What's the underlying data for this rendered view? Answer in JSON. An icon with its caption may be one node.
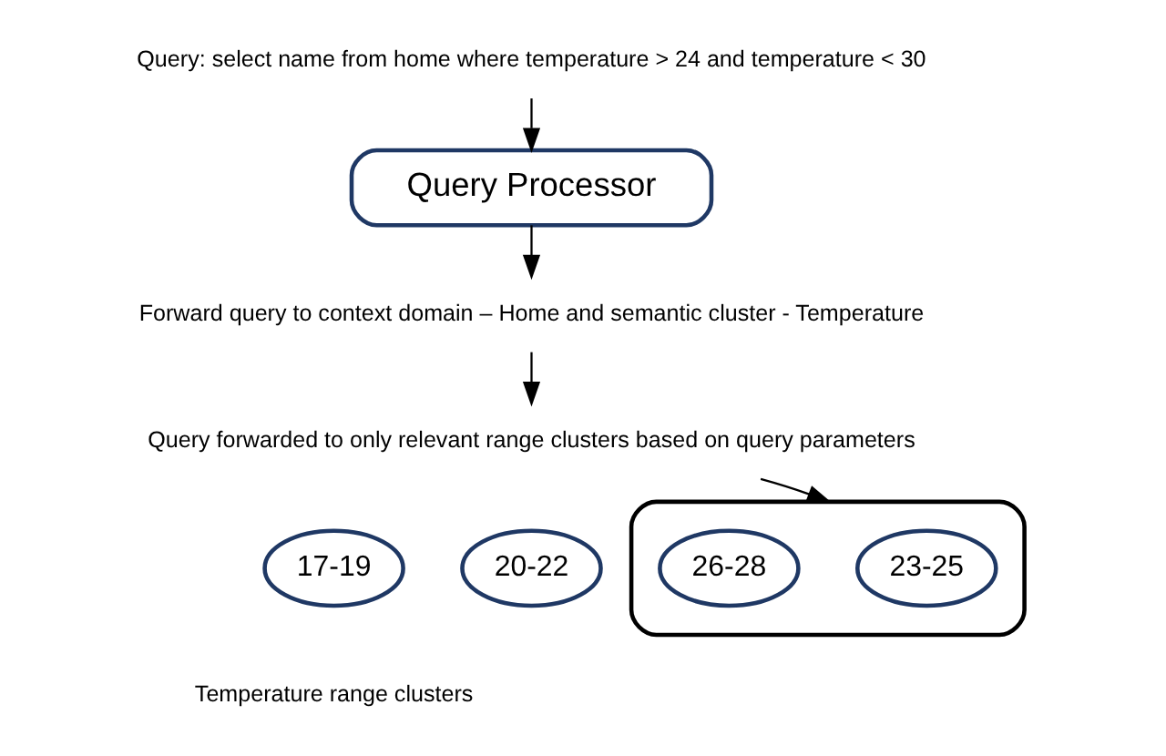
{
  "diagram": {
    "nodes": [
      {
        "text": [
          "Query: select name from home where temperature > 24 and temperature < 30"
        ]
      },
      {
        "text": [
          "Query Processor"
        ]
      },
      {
        "text": [
          "Forward query to context domain – Home and semantic cluster - Temperature"
        ]
      },
      {
        "text": [
          "Query forwarded to only relevant range clusters based on query parameters"
        ]
      },
      {
        "text": [
          "17-19"
        ]
      },
      {
        "text": [
          "20-22"
        ]
      },
      {
        "text": [],
        "shape": "ellipse"
      },
      {
        "text": [
          "23-25"
        ],
        "in": 6
      },
      {
        "text": [
          "26-28"
        ],
        "in": 6
      }
    ],
    "edges": [
      {
        "from": 0,
        "to": 1,
        "arrow": "to"
      },
      {
        "from": 1,
        "to": 2,
        "arrow": "to"
      },
      {
        "from": 2,
        "to": 3,
        "arrow": "to"
      },
      {
        "from": 3,
        "to": 6,
        "arrow": "to"
      }
    ],
    "labels": [
      "Temperature range clusters"
    ]
  }
}
